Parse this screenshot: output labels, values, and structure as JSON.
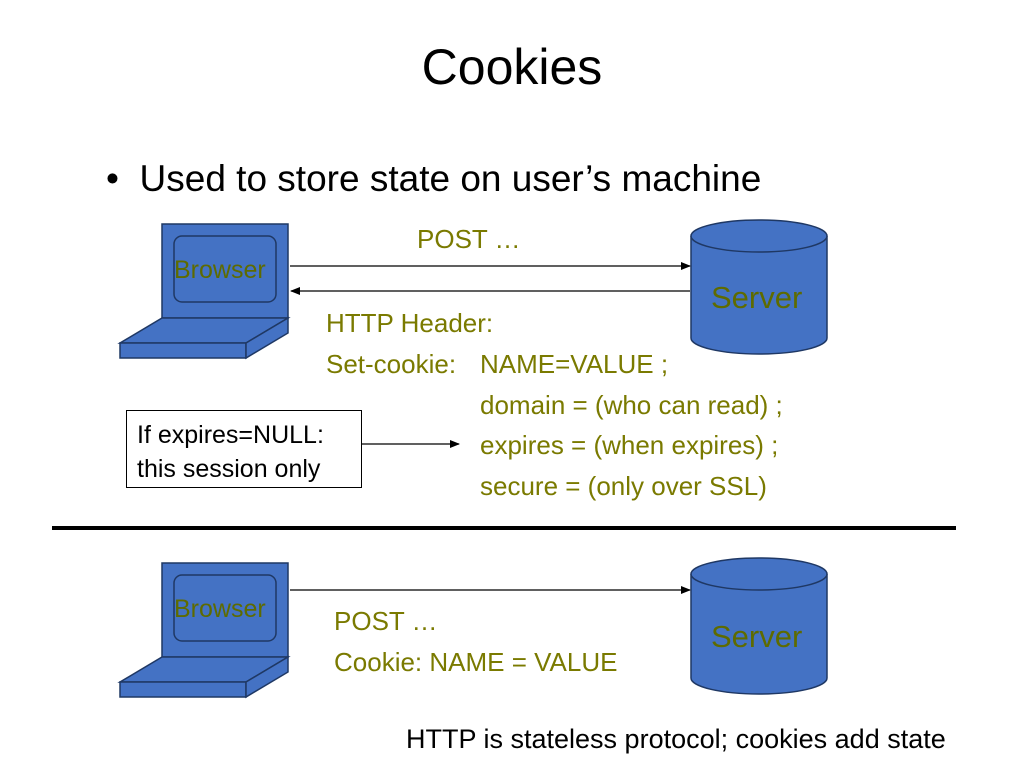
{
  "title": "Cookies",
  "bullet": "Used to store state on user’s machine",
  "top_exchange": {
    "client_label": "Browser",
    "server_label": "Server",
    "request": "POST …",
    "response_header": "HTTP Header:",
    "set_cookie_key": "Set-cookie:",
    "cookie_fields": [
      "NAME=VALUE ;",
      "domain = (who can read) ;",
      "expires = (when expires) ;",
      "secure = (only over SSL)"
    ]
  },
  "note": {
    "line1": "If expires=NULL:",
    "line2": "this session only"
  },
  "bottom_exchange": {
    "client_label": "Browser",
    "server_label": "Server",
    "request": "POST  …",
    "cookie_line": "Cookie:  NAME = VALUE"
  },
  "caption": "HTTP is stateless protocol; cookies add state",
  "colors": {
    "device_fill": "#4472c4",
    "device_stroke": "#1f3864",
    "label_olive": "#7a7a00",
    "separator": "#000000"
  }
}
